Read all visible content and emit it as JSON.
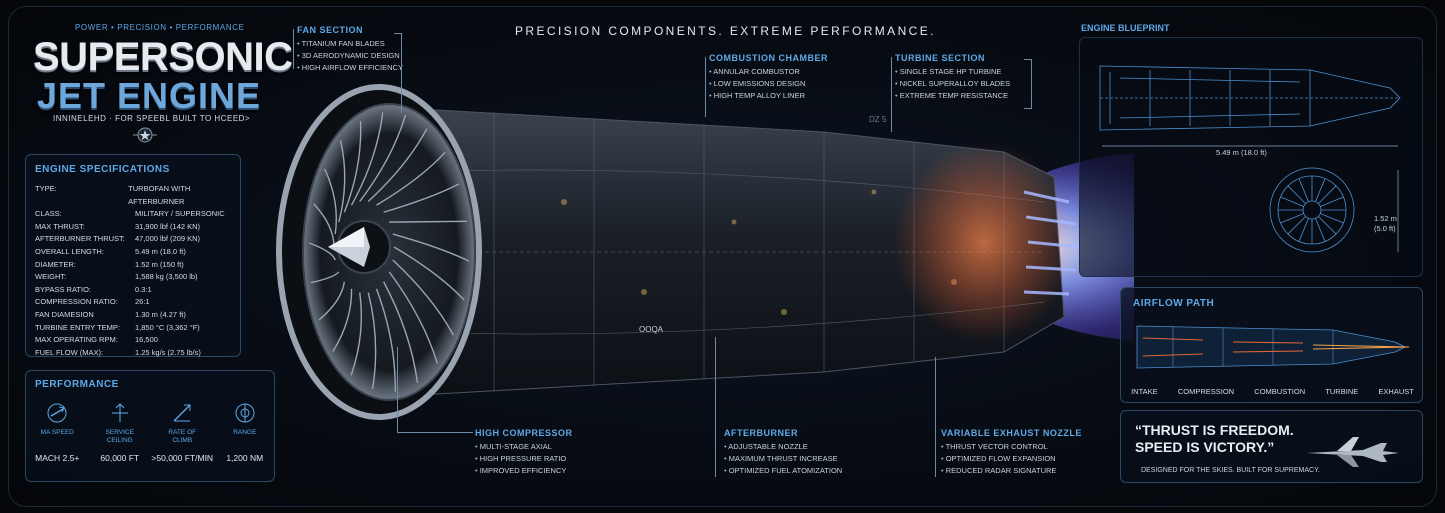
{
  "brand": {
    "tagline": "POWER • PRECISION • PERFORMANCE",
    "title_line1": "SUPERSONIC",
    "title_line2": "JET ENGINE",
    "subtitle": "INNINELEHD · FOR SPEEBL BUILT TO HCEED>"
  },
  "header": {
    "headline": "PRECISION COMPONENTS. EXTREME PERFORMANCE."
  },
  "specs": {
    "title": "ENGINE SPECIFICATIONS",
    "rows": [
      {
        "label": "TYPE:",
        "value": "TURBOFAN WITH AFTERBURNER"
      },
      {
        "label": "CLASS:",
        "value": "MILITARY / SUPERSONIC"
      },
      {
        "label": "MAX THRUST:",
        "value": "31,900 lbf (142 KN)"
      },
      {
        "label": "AFTERBURNER THRUST:",
        "value": "47,000 lbf (209 KN)"
      },
      {
        "label": "OVERALL LENGTH:",
        "value": "5.49 m (18.0 ft)"
      },
      {
        "label": "DIAMETER:",
        "value": "1.52 m (150 ft)"
      },
      {
        "label": "WEIGHT:",
        "value": "1,588 kg (3,500 lb)"
      },
      {
        "label": "BYPASS RATIO:",
        "value": "0.3:1"
      },
      {
        "label": "COMPRESSION RATIO:",
        "value": "26:1"
      },
      {
        "label": "FAN DIAMESION",
        "value": "1.30 m (4.27 ft)"
      },
      {
        "label": "TURBINE ENTRY TEMP:",
        "value": "1,850 °C (3,362 °F)"
      },
      {
        "label": "MAX OPERATING RPM:",
        "value": "16,500"
      },
      {
        "label": "FUEL FLOW (MAX):",
        "value": "1.25 kg/s (2.75 lb/s)"
      }
    ]
  },
  "performance": {
    "title": "PERFORMANCE",
    "items": [
      {
        "label": "MA SPEED",
        "value": "MACH 2.5+",
        "icon": "speed-icon"
      },
      {
        "label": "SERVICE CEILING",
        "value": "60,000 FT",
        "icon": "ceiling-icon"
      },
      {
        "label": "RATE OF CLIMB",
        "value": ">50,000 FT/MIN",
        "icon": "climb-icon"
      },
      {
        "label": "RANGE",
        "value": "1,200 NM",
        "icon": "range-icon"
      }
    ]
  },
  "callouts": {
    "fan": {
      "title": "FAN SECTION",
      "items": [
        "TITANIUM FAN BLADES",
        "3D AERODYNAMIC DESIGN",
        "HIGH AIRFLOW EFFICIENCY"
      ]
    },
    "combustion": {
      "title": "COMBUSTION CHAMBER",
      "items": [
        "ANNULAR COMBUSTOR",
        "LOW EMISSIONS DESIGN",
        "HIGH TEMP ALLOY LINER"
      ]
    },
    "turbine": {
      "title": "TURBINE SECTION",
      "items": [
        "SINGLE STAGE HP TURBINE",
        "NICKEL SUPERALLOY BLADES",
        "EXTREME TEMP RESISTANCE"
      ]
    },
    "compressor": {
      "title": "HIGH COMPRESSOR",
      "items": [
        "MULTI-STAGE AXIAL",
        "HIGH PRESSURE RATIO",
        "IMPROVED EFFICIENCY"
      ]
    },
    "afterburner": {
      "title": "AFTERBURNER",
      "items": [
        "ADJUSTABLE NOZZLE",
        "MAXIMUM THRUST INCREASE",
        "OPTIMIZED FUEL ATOMIZATION"
      ]
    },
    "nozzle": {
      "title": "VARIABLE EXHAUST NOZZLE",
      "items": [
        "THRUST VECTOR CONTROL",
        "OPTIMIZED FLOW EXPANSION",
        "REDUCED RADAR SIGNATURE"
      ]
    }
  },
  "engine_labels": {
    "code": "OOQA",
    "stamp": "DZ 5"
  },
  "blueprint": {
    "title": "ENGINE BLUEPRINT",
    "length": "5.49 m (18.0 ft)",
    "diameter_m": "1.52 m",
    "diameter_ft": "(5.0 ft)"
  },
  "airflow": {
    "title": "AIRFLOW PATH",
    "stages": [
      "INTAKE",
      "COMPRESSION",
      "COMBUSTION",
      "TURBINE",
      "EXHAUST"
    ]
  },
  "quote": {
    "line1": "“THRUST IS FREEDOM.",
    "line2": "SPEED IS VICTORY.”",
    "caption": "DESIGNED FOR THE SKIES. BUILT FOR SUPREMACY."
  },
  "colors": {
    "accent": "#5fa8e6",
    "panel_border": "#2a4866",
    "flame": "#6f7dff"
  }
}
